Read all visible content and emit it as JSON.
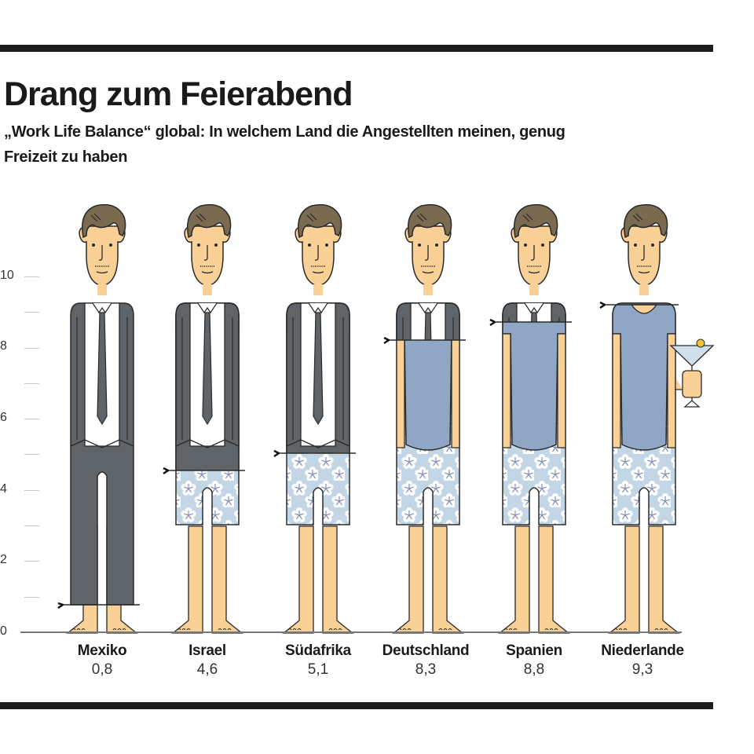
{
  "header": {
    "title": "Drang zum Feierabend",
    "subtitle": "„Work Life Balance“ global: In welchem Land die Angestellten meinen, genug Freizeit zu haben"
  },
  "axis": {
    "ticks": [
      "0",
      "2",
      "4",
      "6",
      "8",
      "10"
    ]
  },
  "countries": [
    {
      "name": "Mexiko",
      "value": "0,8"
    },
    {
      "name": "Israel",
      "value": "4,6"
    },
    {
      "name": "Südafrika",
      "value": "5,1"
    },
    {
      "name": "Deutschland",
      "value": "8,3"
    },
    {
      "name": "Spanien",
      "value": "8,8"
    },
    {
      "name": "Niederlande",
      "value": "9,3"
    }
  ],
  "colors": {
    "suit": "#5f6468",
    "shirt_blue": "#8fa6c4",
    "shorts": "#c3d6e6",
    "skin": "#f9d196",
    "hair": "#7a6a4f",
    "rule": "#1c1c1c"
  },
  "chart_data": {
    "type": "bar",
    "title": "Drang zum Feierabend",
    "subtitle": "„Work Life Balance“ global: In welchem Land die Angestellten meinen, genug Freizeit zu haben",
    "categories": [
      "Mexiko",
      "Israel",
      "Südafrika",
      "Deutschland",
      "Spanien",
      "Niederlande"
    ],
    "values": [
      0.8,
      4.6,
      5.1,
      8.3,
      8.8,
      9.3
    ],
    "xlabel": "",
    "ylabel": "",
    "ylim": [
      0,
      10
    ],
    "yticks": [
      0,
      2,
      4,
      6,
      8,
      10
    ],
    "minor_yticks": [
      1,
      3,
      5,
      7,
      9
    ],
    "grid": false,
    "legend": null,
    "annotations": "Pictogram: figures change from business suit to casual clothes up to the marker level (›) indicating the score"
  }
}
